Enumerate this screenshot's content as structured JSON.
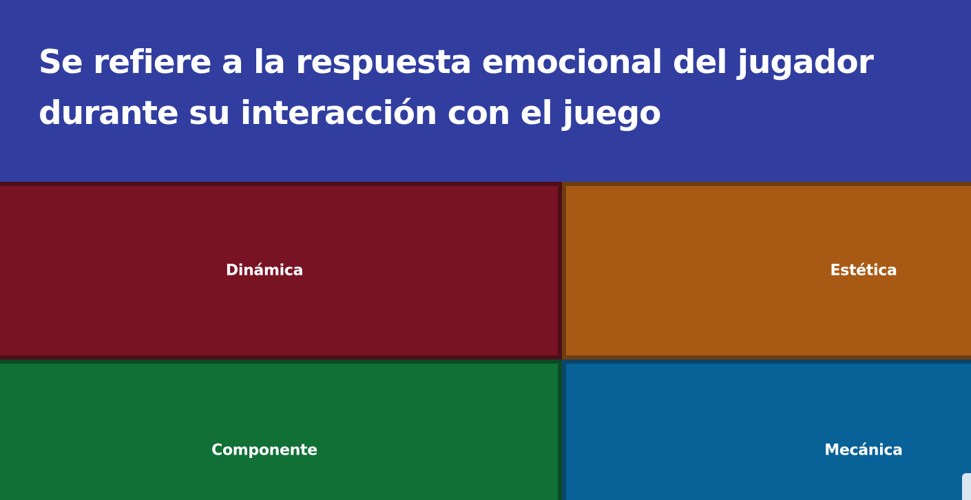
{
  "question": {
    "text": "Se refiere a la respuesta emocional del jugador durante su interacción con el juego"
  },
  "answers": [
    {
      "label": "Dinámica",
      "color": "#781323"
    },
    {
      "label": "Estética",
      "color": "#a85a15"
    },
    {
      "label": "Componente",
      "color": "#107036"
    },
    {
      "label": "Mecánica",
      "color": "#086197"
    }
  ],
  "colors": {
    "question_background": "#313ea0",
    "text": "#ffffff"
  }
}
